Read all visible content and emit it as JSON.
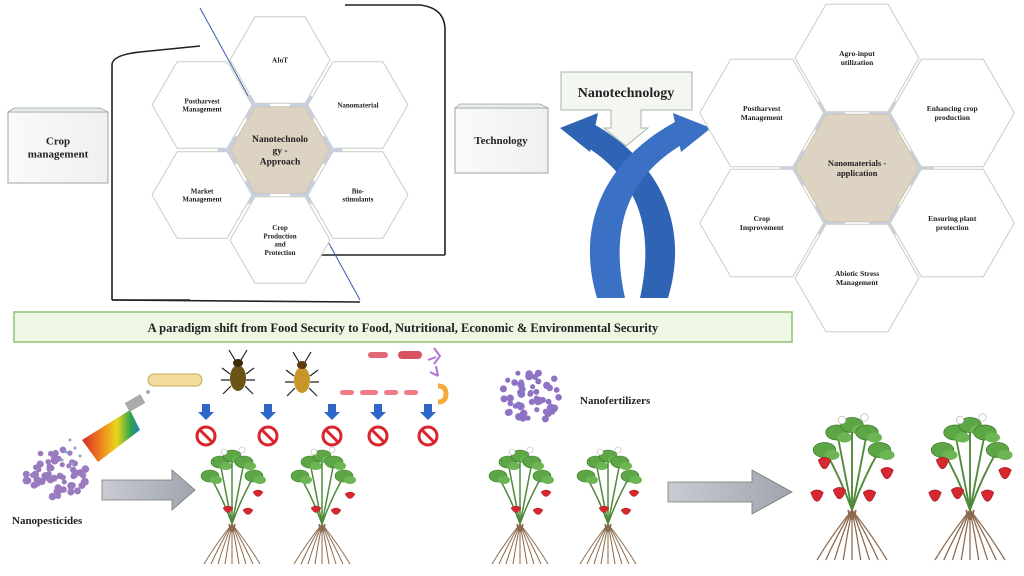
{
  "left_panel": {
    "crop_management": [
      "Crop",
      "management"
    ],
    "center": [
      "Nanotechnolo",
      "gy -",
      "Approach"
    ],
    "hexes": [
      {
        "lines": [
          "AIoT"
        ]
      },
      {
        "lines": [
          "Nanomaterial"
        ]
      },
      {
        "lines": [
          "Bio-",
          "stimulants"
        ]
      },
      {
        "lines": [
          "Crop",
          "Production",
          "and",
          "Protection"
        ]
      },
      {
        "lines": [
          "Market",
          "Management"
        ]
      },
      {
        "lines": [
          "Postharvest",
          "Management"
        ]
      }
    ]
  },
  "middle": {
    "technology": "Technology",
    "nanotechnology": "Nanotechnology"
  },
  "right_panel": {
    "center": [
      "Nanomaterials -",
      "application"
    ],
    "hexes": [
      {
        "lines": [
          "Agro-input",
          "utilization"
        ]
      },
      {
        "lines": [
          "Enhancing crop",
          "production"
        ]
      },
      {
        "lines": [
          "Ensuring plant",
          "protection"
        ]
      },
      {
        "lines": [
          "Abiotic Stress",
          "Management"
        ]
      },
      {
        "lines": [
          "Crop",
          "Improvement"
        ]
      },
      {
        "lines": [
          "Postharvest",
          "Management"
        ]
      }
    ]
  },
  "banner": "A paradigm shift from Food Security to Food, Nutritional, Economic & Environmental Security",
  "bottom": {
    "nanopesticides": "Nanopesticides",
    "nanofertilizers": "Nanofertilizers"
  },
  "colors": {
    "hex_center": "#ddd3c3",
    "hex_connector": "#c7d0e8",
    "banner_fill": "#eef6e4",
    "banner_border": "#8fc071",
    "arrow_blue": "#2f63b4",
    "prohibit_red": "#d9252a",
    "down_arrow_blue": "#2f66c9"
  }
}
